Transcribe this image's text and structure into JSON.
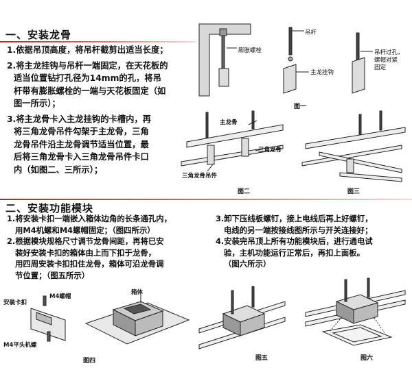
{
  "section1": {
    "title": "一、安装龙骨",
    "steps": [
      [
        "1.依据吊顶高度，将吊杆截剪出适当长度；"
      ],
      [
        "2.将主龙挂钩与吊杆一端固定，在天花板的",
        "适当位置钻打孔径为14mm的孔，将吊",
        "杆带有膨胀螺栓的一端与天花板固定（如",
        "图一所示）；"
      ],
      [
        "3.将主龙骨卡入主龙挂钩的卡槽内，再",
        "将三角龙骨吊件勾架于主龙骨，三角",
        "龙骨吊件沿主龙骨调节适当位置，最",
        "后将三角龙骨卡入三角龙骨吊件卡口",
        "内（如图二、三所示）；"
      ]
    ],
    "fig1": {
      "caption": "图一",
      "labels": {
        "bolt": "膨胀螺栓",
        "rod": "吊杆",
        "hook": "主龙挂钩",
        "rod_through": [
          "吊杆过孔，",
          "螺帽对紧",
          "固定"
        ]
      }
    },
    "fig2": {
      "caption": "图二",
      "labels": {
        "main_keel": "主龙骨",
        "tri_keel": "三角龙骨",
        "tri_hanger": "三角龙骨吊件"
      }
    },
    "fig3": {
      "caption": "图三"
    }
  },
  "section2": {
    "title": "二、安装功能模块",
    "left_steps": [
      [
        "1.将安装卡扣一端嵌入箱体边角的长条通孔内，",
        "用M4机螺和M4螺帽固定；（图四所示）"
      ],
      [
        "2.根据模块规格尺寸调节龙骨间距，再将已安",
        "装好安装卡扣的箱体由上而下扣于龙骨，",
        "用四周安装卡扣扣住龙骨，箱体可沿龙骨调",
        "节位置；（图五所示）"
      ]
    ],
    "right_steps": [
      [
        "3.卸下压线板螺钉，接上电线后再上好螺钉，",
        "电线的另一端按接线图所示与开关连接好；"
      ],
      [
        "4.安装完吊顶上所有功能模块后，进行通电试",
        "验，主机功能运行正常后，再扣上面板。",
        "（图六所示）"
      ]
    ],
    "fig4": {
      "caption": "图四",
      "labels": {
        "box": "箱体",
        "clip": "安装卡扣",
        "nut": "M4螺帽",
        "screw": "M4平头机螺"
      }
    },
    "fig5": {
      "caption": "图五"
    },
    "fig6": {
      "caption": "图六"
    }
  },
  "colors": {
    "accent": "#c8202a",
    "text": "#111111",
    "line": "#222222",
    "fig_fill": "#e8e8e8"
  }
}
